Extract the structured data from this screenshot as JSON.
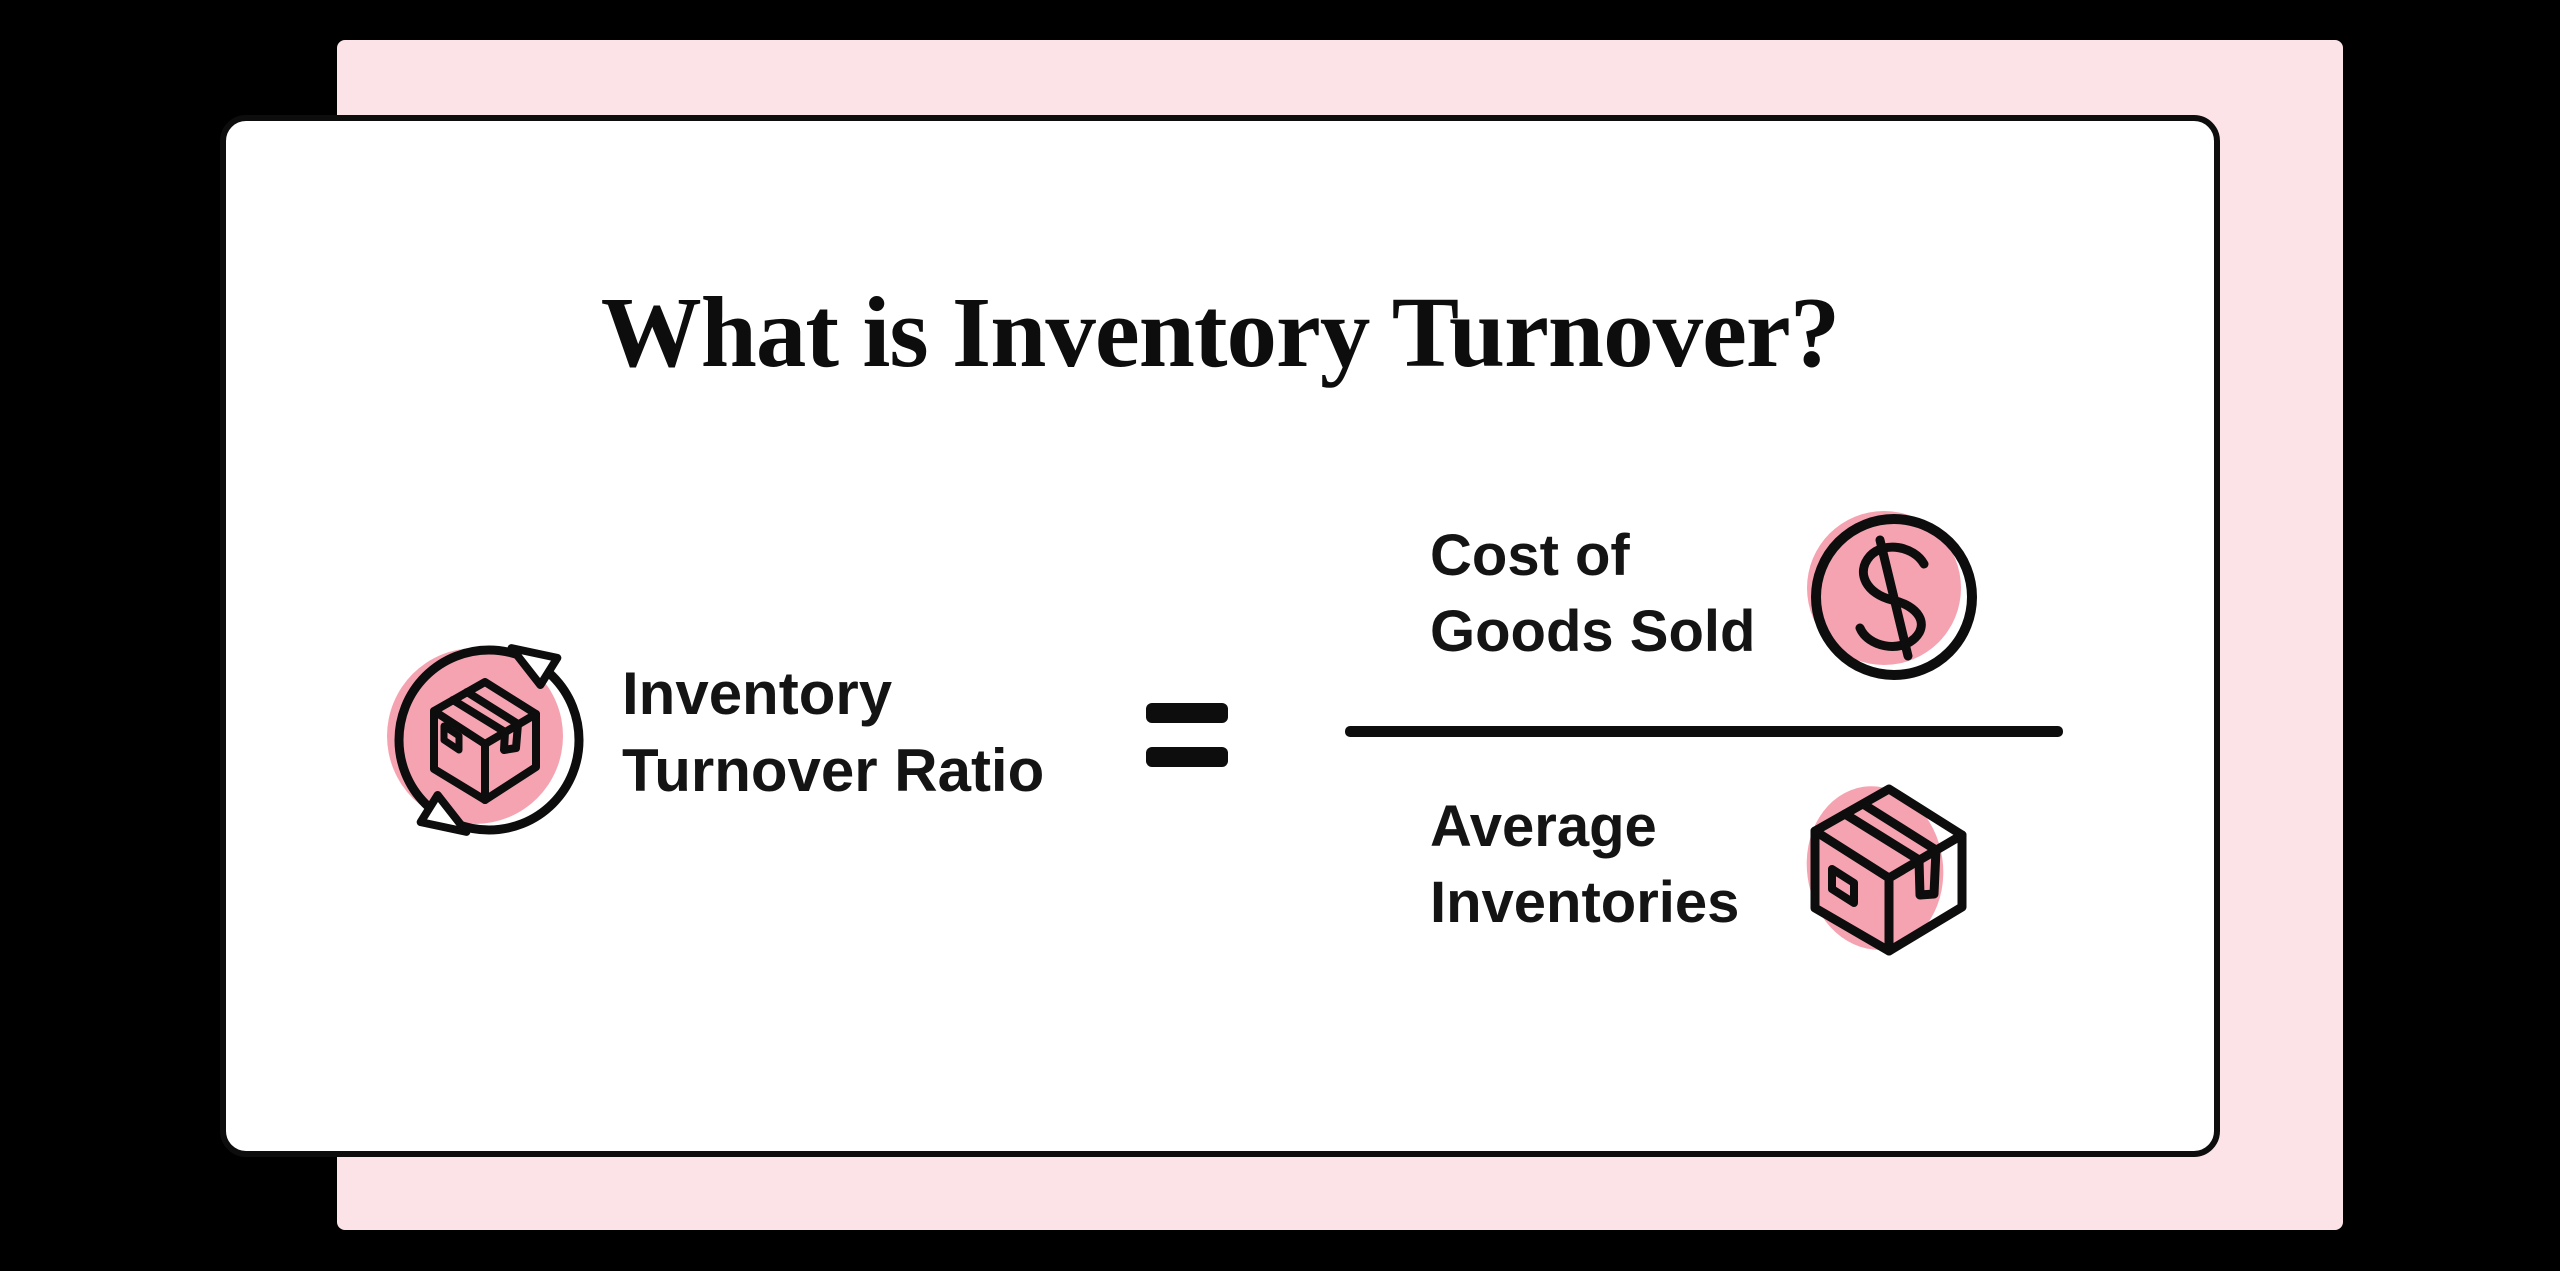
{
  "title": "What is Inventory Turnover?",
  "formula": {
    "lhs_lines": [
      "Inventory",
      "Turnover Ratio"
    ],
    "equals": "=",
    "numerator_lines": [
      "Cost of",
      "Goods Sold"
    ],
    "denominator_lines": [
      "Average",
      "Inventories"
    ]
  },
  "icons": {
    "lhs": "inventory-cycle-icon",
    "numerator": "dollar-coin-icon",
    "denominator": "inventory-box-icon"
  },
  "colors": {
    "background": "#000000",
    "backdrop_pink": "#fce3e8",
    "accent_pink": "#f6a3b1",
    "card": "#ffffff",
    "ink": "#0d0d0d"
  }
}
